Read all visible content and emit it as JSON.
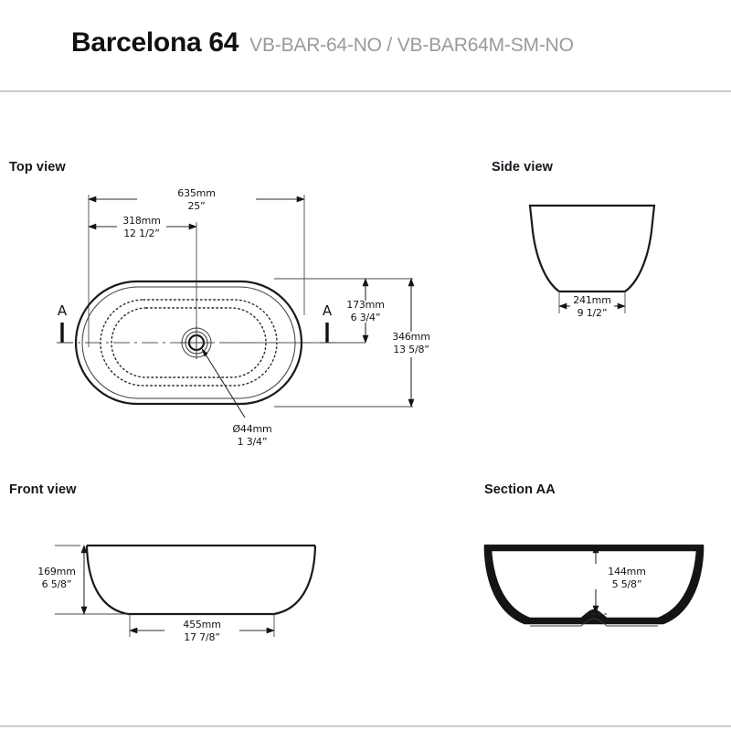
{
  "header": {
    "product_name": "Barcelona 64",
    "sku": "VB-BAR-64-NO / VB-BAR64M-SM-NO"
  },
  "views": {
    "top": {
      "label": "Top view"
    },
    "side": {
      "label": "Side view"
    },
    "front": {
      "label": "Front view"
    },
    "section": {
      "label": "Section AA"
    }
  },
  "section_markers": {
    "left": "A",
    "right": "A"
  },
  "dimensions": {
    "overall_length": {
      "mm": "635mm",
      "inch": "25”"
    },
    "drain_offset": {
      "mm": "318mm",
      "inch": "12 1/2”"
    },
    "drain_center_to_edge": {
      "mm": "173mm",
      "inch": "6 3/4”"
    },
    "overall_width": {
      "mm": "346mm",
      "inch": "13 5/8”"
    },
    "drain_diameter": {
      "mm": "Ø44mm",
      "inch": "1 3/4”"
    },
    "side_base_width": {
      "mm": "241mm",
      "inch": "9 1/2”"
    },
    "front_height": {
      "mm": "169mm",
      "inch": "6 5/8”"
    },
    "front_base_width": {
      "mm": "455mm",
      "inch": "17 7/8”"
    },
    "section_inner_depth": {
      "mm": "144mm",
      "inch": "5 5/8”"
    }
  },
  "colors": {
    "title": "#111111",
    "sku": "#9a9a9a",
    "rule": "#b8b8b8",
    "line": "#1a1a1a"
  }
}
